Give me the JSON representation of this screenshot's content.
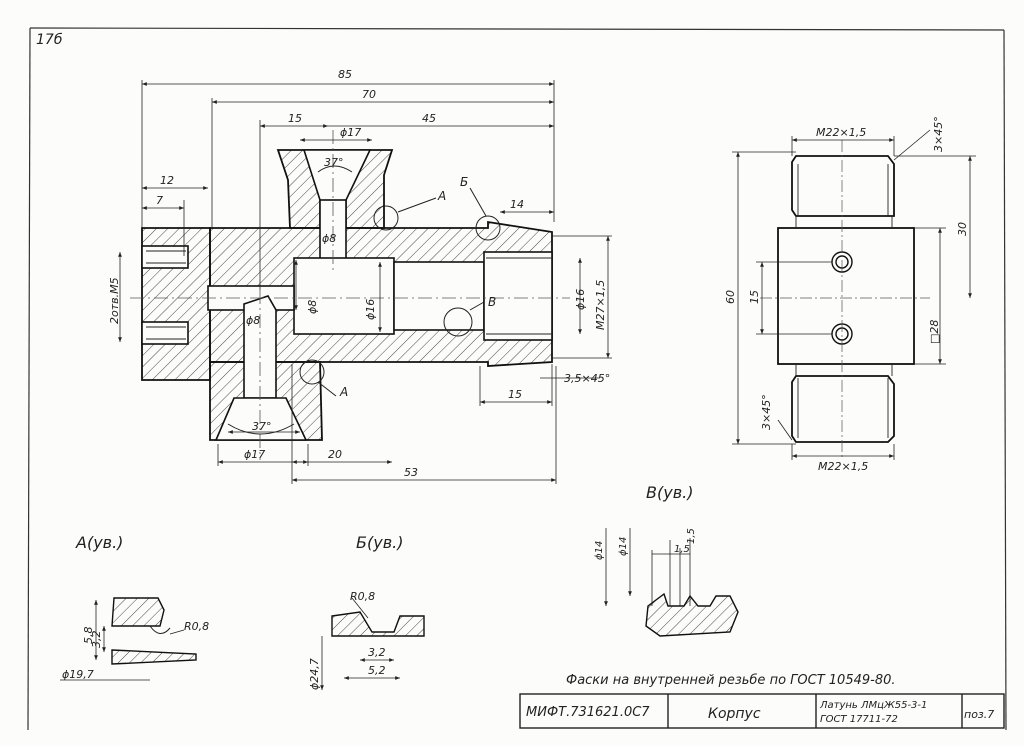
{
  "sheet": {
    "corner_number": "17б",
    "note": "Фаски на внутренней резьбе по ГОСТ 10549-80.",
    "title_block": {
      "doc_code": "МИФТ.731621.0С7",
      "name": "Корпус",
      "material_line1": "Латунь ЛМцЖ55-3-1",
      "material_line2": "ГОСТ 17711-72",
      "position": "поз.7"
    }
  },
  "main_view": {
    "dims": {
      "d85": "85",
      "d70": "70",
      "d15_top": "15",
      "d45": "45",
      "d17_top": "ϕ17",
      "a37_top": "37°",
      "d12": "12",
      "d7": "7",
      "d14": "14",
      "d8_top": "ϕ8",
      "d8_mid": "ϕ8",
      "d8_bot": "ϕ8",
      "d16_in": "ϕ16",
      "d16_out": "ϕ16",
      "m27": "M27×1,5",
      "holes": "2отв.М5",
      "chamfer": "3,5×45°",
      "d15_bot": "15",
      "a37_bot": "37°",
      "d17_bot": "ϕ17",
      "d20": "20",
      "d53": "53"
    },
    "labels": {
      "a_top": "A",
      "b_top": "Б",
      "v": "В",
      "a_bot": "A"
    }
  },
  "side_view": {
    "dims": {
      "m22_top": "M22×1,5",
      "ch_top": "3×45°",
      "d30": "30",
      "d60": "60",
      "d15": "15",
      "sq28": "□28",
      "ch_bot": "3×45°",
      "m22_bot": "M22×1,5"
    }
  },
  "detail_a": {
    "title": "A(ув.)",
    "r": "R0,8",
    "d1": "5,8",
    "d2": "3,2",
    "dia": "ϕ19,7"
  },
  "detail_b": {
    "title": "Б(ув.)",
    "r": "R0,8",
    "d1": "3,2",
    "d2": "5,2",
    "dia": "ϕ24,7"
  },
  "detail_v": {
    "title": "В(ув.)",
    "d1": "ϕ14",
    "d2": "ϕ14",
    "d3": "1,5",
    "d4": "1,5"
  }
}
